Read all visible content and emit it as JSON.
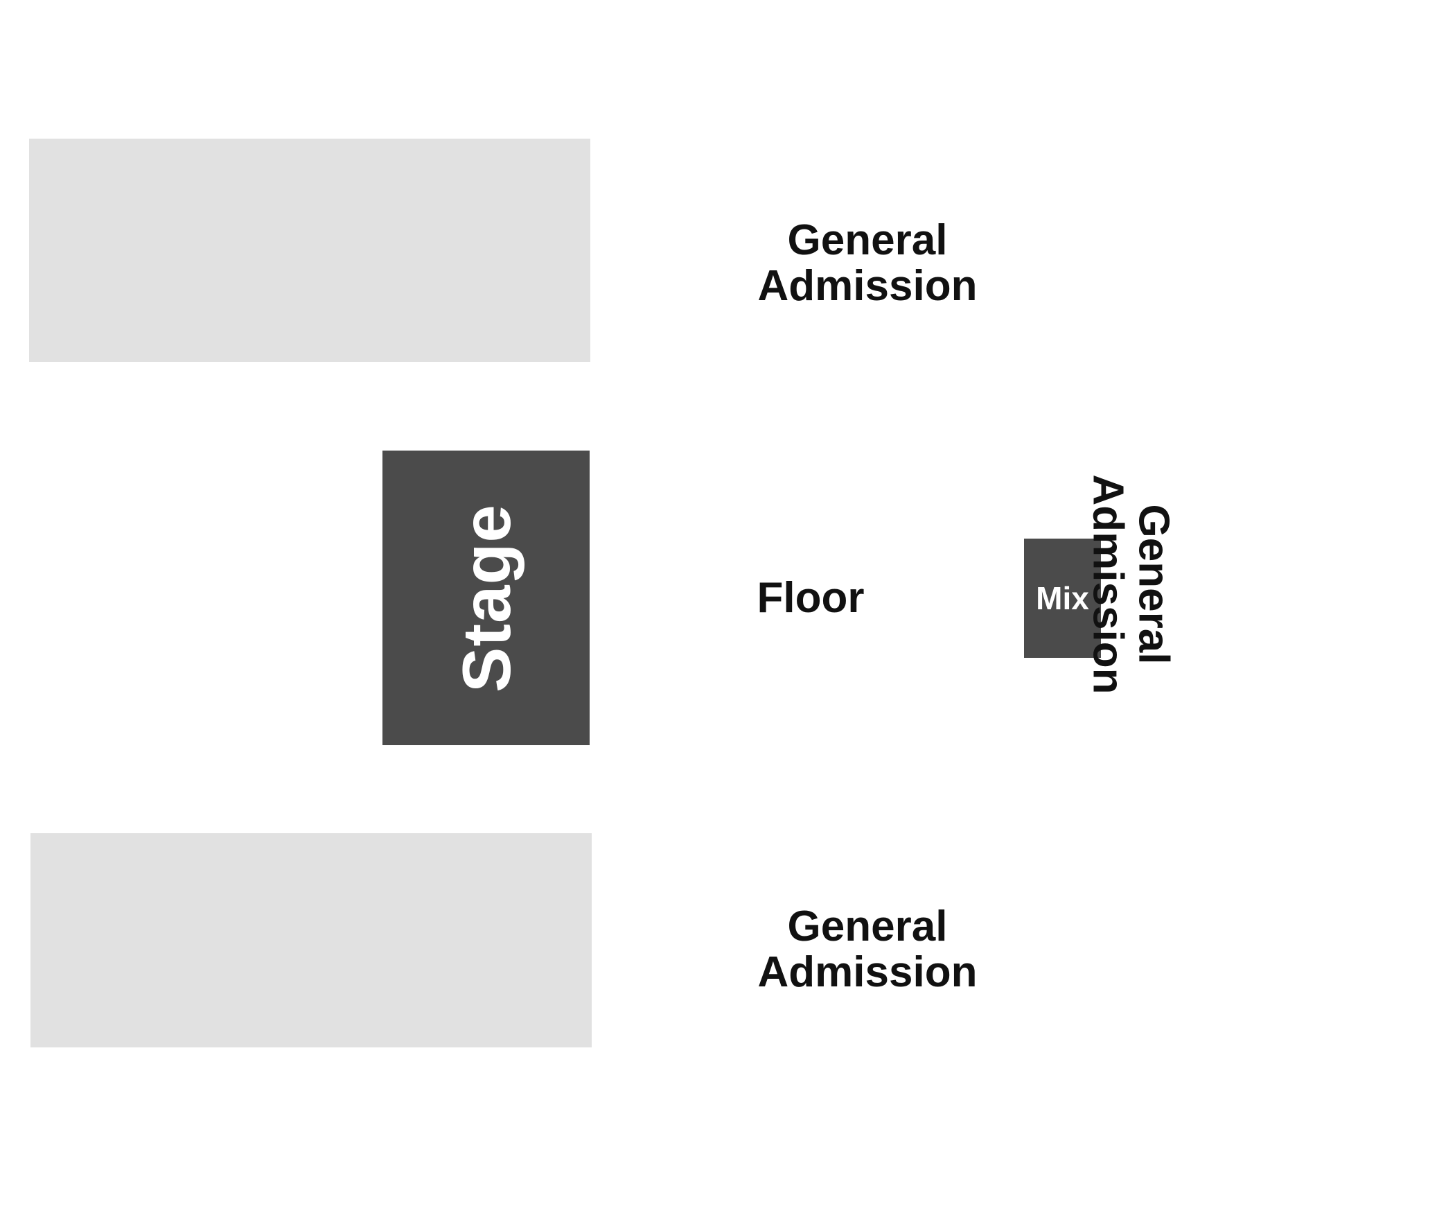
{
  "sections": {
    "stage": {
      "label": "Stage"
    },
    "mix": {
      "label": "Mix"
    },
    "floor": {
      "label": "Floor"
    },
    "general_admission_top": {
      "line1": "General",
      "line2": "Admission"
    },
    "general_admission_bottom": {
      "line1": "General",
      "line2": "Admission"
    },
    "general_admission_right": {
      "line1": "General",
      "line2": "Admission"
    }
  },
  "colors": {
    "background": "#ffffff",
    "side_block": "#e1e1e1",
    "stage_fill": "#4b4b4b",
    "mix_fill": "#4b4b4b",
    "label_text": "#111111",
    "stage_text": "#ffffff"
  }
}
